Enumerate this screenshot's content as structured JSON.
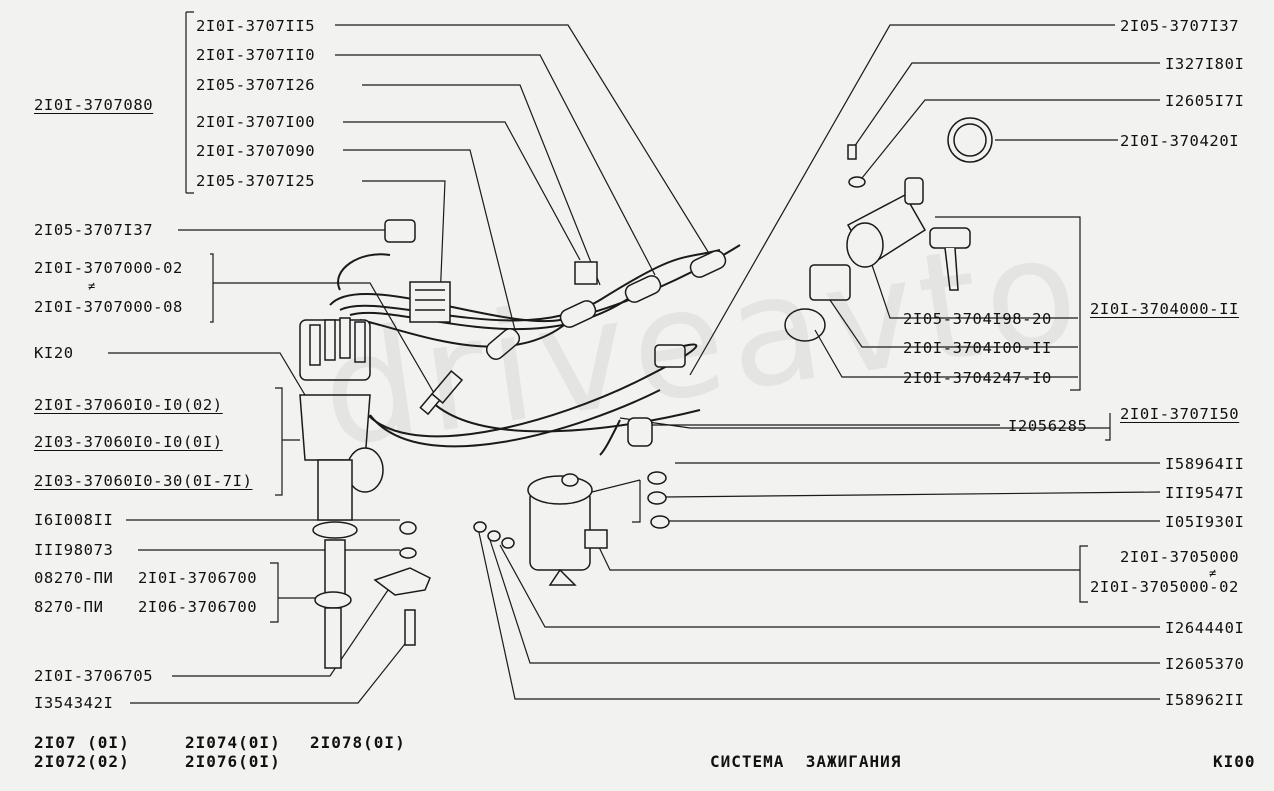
{
  "watermark": "driveavto",
  "labels": {
    "group_harness": "2I0I-3707080",
    "h1": "2I0I-3707II5",
    "h2": "2I0I-3707II0",
    "h3": "2I05-3707I26",
    "h4": "2I0I-3707I00",
    "h5": "2I0I-3707090",
    "h6": "2I05-3707I25",
    "cap_left": "2I05-3707I37",
    "wire_a": "2I0I-3707000-02",
    "wire_b": "2I0I-3707000-08",
    "neq_mark": "≠",
    "spark_plug": "KI20",
    "dist1": "2I0I-37060I0-I0(02)",
    "dist2": "2I03-37060I0-I0(0I)",
    "dist3": "2I03-37060I0-30(0I-7I)",
    "nut1": "I6I008II",
    "washer1": "III98073",
    "ring_a_left": "08270-ПИ",
    "ring_a_right": "2I0I-3706700",
    "ring_b_left": "8270-ПИ",
    "ring_b_right": "2I06-3706700",
    "bracket": "2I0I-3706705",
    "stud": "I354342I",
    "cap_right": "2I05-3707I37",
    "r_screw": "I327I80I",
    "r_washer": "I2605I7I",
    "r_ring": "2I0I-370420I",
    "switch_group": "2I0I-3704000-II",
    "switch_a": "2I05-3704I98-20",
    "switch_b": "2I0I-3704I00-II",
    "switch_c": "2I0I-3704247-I0",
    "hv_wire": "2I0I-3707I50",
    "plug_cap": "I2056285",
    "c_nut": "I58964II",
    "c_washer1": "III9547I",
    "c_washer2": "I05I930I",
    "coil_a": "2I0I-3705000",
    "coil_b": "2I0I-3705000-02",
    "coil_nut": "I264440I",
    "coil_washer": "I2605370",
    "coil_nut2": "I58962II"
  },
  "footer": {
    "models_line1_a": "2I07 (0I)",
    "models_line1_b": "2I074(0I)",
    "models_line1_c": "2I078(0I)",
    "models_line2_a": "2I072(02)",
    "models_line2_b": "2I076(0I)",
    "title": "СИСТЕМА  ЗАЖИГАНИЯ",
    "page": "KI00"
  }
}
